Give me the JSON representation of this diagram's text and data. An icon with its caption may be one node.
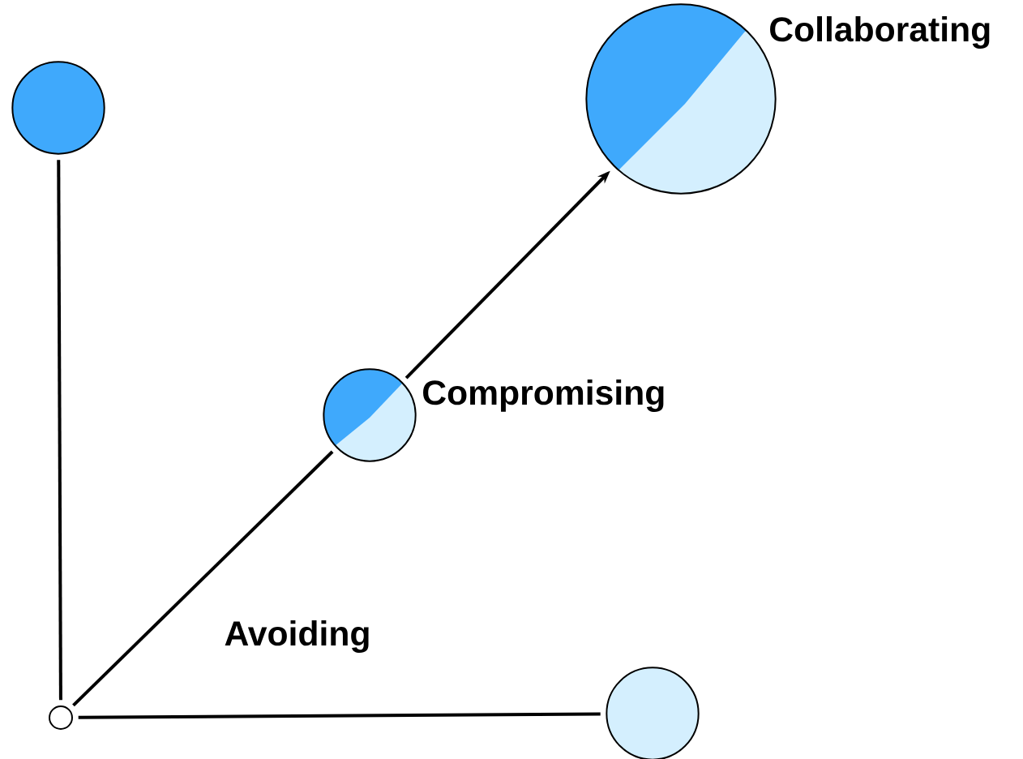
{
  "diagram": {
    "nodes": [
      {
        "text": [],
        "shape": "circle"
      },
      {
        "text": [],
        "shape": "circle"
      },
      {
        "text": [],
        "shape": "circle"
      },
      {
        "text": [
          "Compromising"
        ]
      },
      {
        "text": [
          "Collaborating"
        ]
      }
    ],
    "edges": [
      {
        "from": 0,
        "to": 1,
        "arrow": "none"
      },
      {
        "from": 0,
        "to": 2,
        "arrow": "none"
      },
      {
        "from": 0,
        "to": 3,
        "arrow": "none"
      },
      {
        "from": 3,
        "to": 4,
        "arrow": "to"
      }
    ],
    "labels": [
      "Avoiding"
    ]
  }
}
